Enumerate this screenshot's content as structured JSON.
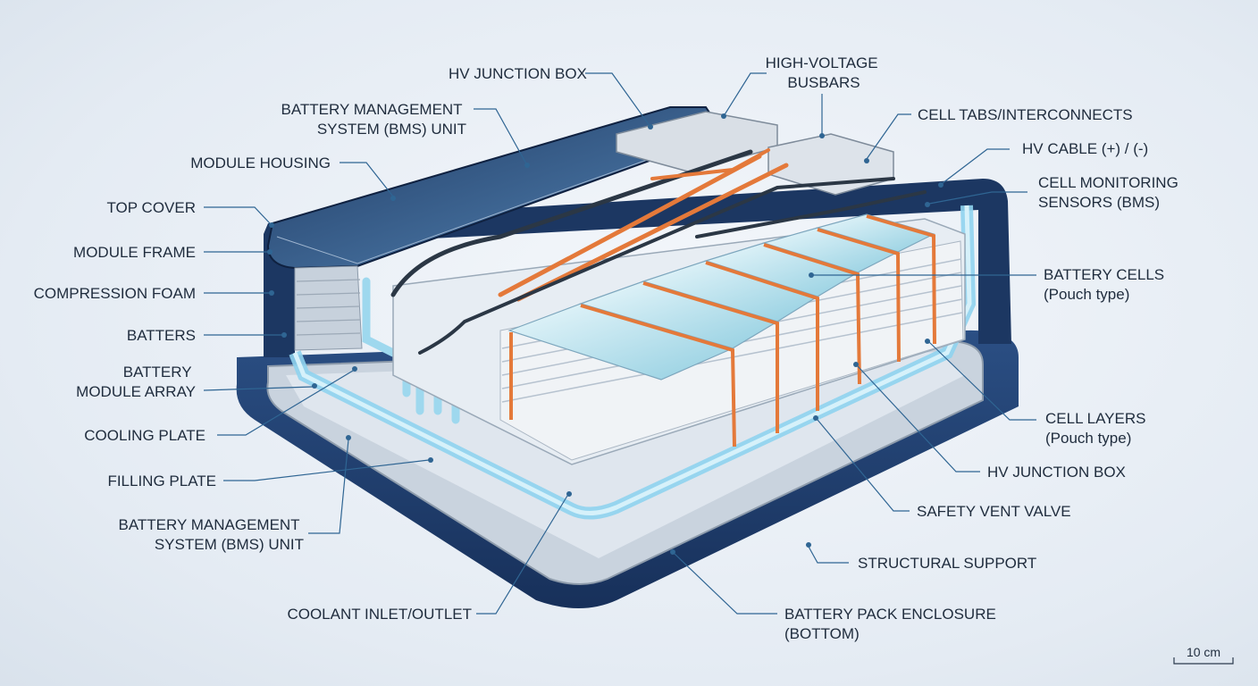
{
  "labels": {
    "hv_junction_box_top": "HV JUNCTION BOX",
    "high_voltage_busbars": [
      "HIGH-VOLTAGE",
      "BUSBARS"
    ],
    "bms_unit_top": [
      "BATTERY MANAGEMENT",
      "SYSTEM (BMS) UNIT"
    ],
    "cell_tabs": "CELL TABS/INTERCONNECTS",
    "hv_cable": "HV CABLE (+) / (-)",
    "module_housing": "MODULE HOUSING",
    "cell_monitoring": [
      "CELL MONITORING",
      "SENSORS (BMS)"
    ],
    "top_cover": "TOP COVER",
    "module_frame": "MODULE FRAME",
    "compression_foam": "COMPRESSION FOAM",
    "battery_cells": [
      "BATTERY CELLS",
      "(Pouch type)"
    ],
    "batters": "BATTERS",
    "battery_module_array": [
      "BATTERY",
      "MODULE ARRAY"
    ],
    "cell_layers": [
      "CELL LAYERS",
      "(Pouch type)"
    ],
    "cooling_plate": "COOLING PLATE",
    "hv_junction_box_right": "HV JUNCTION BOX",
    "filling_plate": "FILLING PLATE",
    "safety_vent": "SAFETY VENT VALVE",
    "bms_unit_bottom": [
      "BATTERY MANAGEMENT",
      "SYSTEM (BMS) UNIT"
    ],
    "structural_support": "STRUCTURAL SUPPORT",
    "coolant": "COOLANT INLET/OUTLET",
    "enclosure": [
      "BATTERY PACK ENCLOSURE",
      "(BOTTOM)"
    ],
    "scale": "10 cm"
  },
  "colors": {
    "enclosure": "#1f3f70",
    "coolant": "#8fd3ee",
    "cable_orange": "#e4793a",
    "cell_top": "#a8dbe8",
    "leader": "#2f6593"
  }
}
